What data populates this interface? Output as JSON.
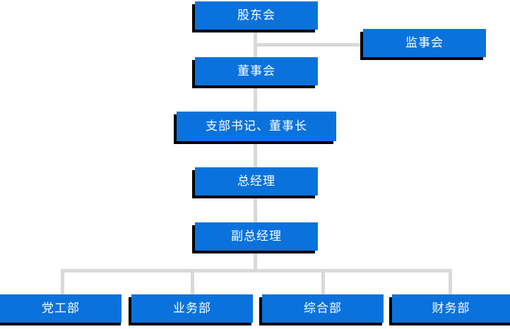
{
  "chart_data": {
    "type": "diagram",
    "title": "",
    "diagram_kind": "organizational-chart",
    "orientation": "top-down",
    "node_fill_color": "#0a72dc",
    "node_text_color": "#ffffff",
    "connector_color": "#d9d9d9",
    "shadow_color": "#000000",
    "background_color": "#ffffff",
    "levels": [
      {
        "level": 1,
        "nodes": [
          "股东会"
        ]
      },
      {
        "level": 1.5,
        "nodes": [
          "监事会"
        ]
      },
      {
        "level": 2,
        "nodes": [
          "董事会"
        ]
      },
      {
        "level": 3,
        "nodes": [
          "支部书记、董事长"
        ]
      },
      {
        "level": 4,
        "nodes": [
          "总经理"
        ]
      },
      {
        "level": 5,
        "nodes": [
          "副总经理"
        ]
      },
      {
        "level": 6,
        "nodes": [
          "党工部",
          "业务部",
          "综合部",
          "财务部"
        ]
      }
    ],
    "edges": [
      {
        "from": "股东会",
        "to": "监事会",
        "style": "elbow"
      },
      {
        "from": "股东会",
        "to": "董事会",
        "style": "straight"
      },
      {
        "from": "董事会",
        "to": "支部书记、董事长",
        "style": "straight"
      },
      {
        "from": "支部书记、董事长",
        "to": "总经理",
        "style": "straight"
      },
      {
        "from": "总经理",
        "to": "副总经理",
        "style": "straight"
      },
      {
        "from": "副总经理",
        "to": "党工部",
        "style": "bus"
      },
      {
        "from": "副总经理",
        "to": "业务部",
        "style": "bus"
      },
      {
        "from": "副总经理",
        "to": "综合部",
        "style": "bus"
      },
      {
        "from": "副总经理",
        "to": "财务部",
        "style": "bus"
      }
    ]
  },
  "nodes": {
    "shareholders_meeting": "股东会",
    "board_of_supervisors": "监事会",
    "board_of_directors": "董事会",
    "branch_secretary_chairman": "支部书记、董事长",
    "general_manager": "总经理",
    "deputy_general_manager": "副总经理",
    "party_work_dept": "党工部",
    "business_dept": "业务部",
    "general_affairs_dept": "综合部",
    "finance_dept": "财务部"
  }
}
